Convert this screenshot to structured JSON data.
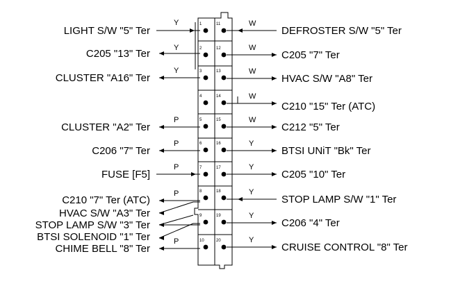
{
  "left_circuits": [
    {
      "label": "LIGHT S/W \"5\" Ter",
      "wire": "Y",
      "dir": "in"
    },
    {
      "label": "C205 \"13\" Ter",
      "wire": "Y",
      "dir": "out"
    },
    {
      "label": "CLUSTER \"A16\" Ter",
      "wire": "Y",
      "dir": "out"
    },
    {
      "label": "CLUSTER \"A2\" Ter",
      "wire": "P",
      "dir": "out"
    },
    {
      "label": "C206 \"7\" Ter",
      "wire": "P",
      "dir": "out"
    },
    {
      "label": "FUSE [F5]",
      "wire": "P",
      "dir": "in"
    },
    {
      "label": "C210 \"7\" Ter (ATC)",
      "wire": "P",
      "dir": "out"
    },
    {
      "label": "HVAC S/W \"A3\" Ter",
      "wire": "",
      "dir": "out"
    },
    {
      "label": "STOP LAMP S/W \"3\" Ter",
      "wire": "",
      "dir": "out"
    },
    {
      "label": "BTSI SOLENOID \"1\" Ter",
      "wire": "",
      "dir": "out"
    },
    {
      "label": "CHIME BELL \"8\" Ter",
      "wire": "P",
      "dir": "out"
    }
  ],
  "right_circuits": [
    {
      "label": "DEFROSTER S/W \"5\" Ter",
      "wire": "W",
      "dir": "in"
    },
    {
      "label": "C205 \"7\" Ter",
      "wire": "W",
      "dir": "out"
    },
    {
      "label": "HVAC S/W \"A8\" Ter",
      "wire": "W",
      "dir": "out"
    },
    {
      "label": "C210 \"15\" Ter (ATC)",
      "wire": "W",
      "dir": "out"
    },
    {
      "label": "C212 \"5\" Ter",
      "wire": "W",
      "dir": "out"
    },
    {
      "label": "BTSI UNiT \"Bk\" Ter",
      "wire": "Y",
      "dir": "out"
    },
    {
      "label": "C205 \"10\" Ter",
      "wire": "Y",
      "dir": "out"
    },
    {
      "label": "STOP LAMP S/W \"1\" Ter",
      "wire": "Y",
      "dir": "in"
    },
    {
      "label": "C206 \"4\" Ter",
      "wire": "Y",
      "dir": "out"
    },
    {
      "label": "CRUISE CONTROL \"8\" Ter",
      "wire": "Y",
      "dir": "out"
    }
  ],
  "pin_numbers": {
    "left": [
      "1",
      "2",
      "3",
      "4",
      "5",
      "6",
      "7",
      "8",
      "9",
      "10"
    ],
    "right": [
      "11",
      "12",
      "13",
      "14",
      "15",
      "16",
      "17",
      "18",
      "19",
      "20"
    ]
  },
  "colors": {
    "line": "#000000",
    "background": "#ffffff"
  }
}
